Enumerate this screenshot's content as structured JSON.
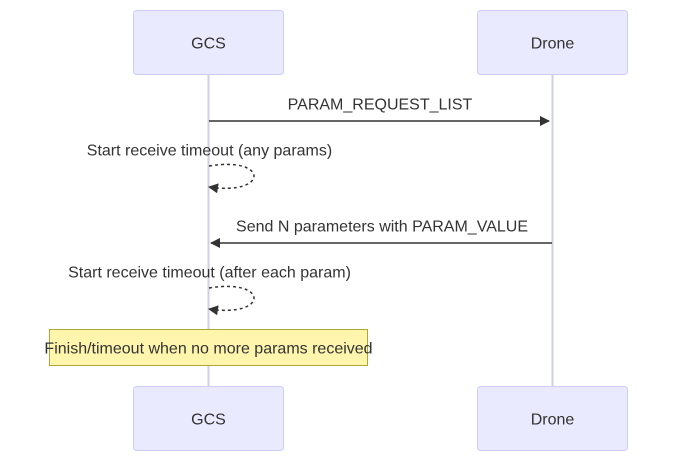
{
  "participants": [
    {
      "id": "gcs",
      "label": "GCS"
    },
    {
      "id": "drone",
      "label": "Drone"
    }
  ],
  "messages": [
    {
      "from": "gcs",
      "to": "drone",
      "label": "PARAM_REQUEST_LIST",
      "style": "solid"
    },
    {
      "from": "gcs",
      "to": "gcs",
      "label": "Start receive timeout (any params)",
      "style": "dashed"
    },
    {
      "from": "drone",
      "to": "gcs",
      "label": "Send N parameters with PARAM_VALUE",
      "style": "solid"
    },
    {
      "from": "gcs",
      "to": "gcs",
      "label": "Start receive timeout (after each param)",
      "style": "dashed"
    }
  ],
  "note": {
    "over": "gcs",
    "text": "Finish/timeout when no more params received"
  },
  "colors": {
    "actor_fill": "#eaeaff",
    "actor_stroke": "#ccccff",
    "lifeline": "#cfcfe8",
    "message": "#333333",
    "note_fill": "#fff5ad",
    "note_stroke": "#aaaa33",
    "text": "#333333"
  }
}
